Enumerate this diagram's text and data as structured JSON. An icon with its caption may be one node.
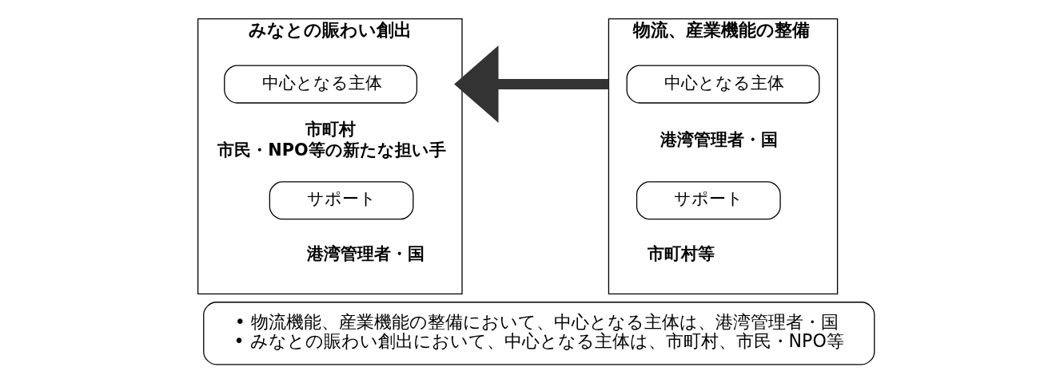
{
  "diagram": {
    "nodes": [
      {
        "text": [
          "みなとの賑わい創出"
        ]
      },
      {
        "text": [
          "中心となる主体"
        ],
        "in": 0,
        "beside": [
          "市町村",
          "市民・NPO等の新たな担い手"
        ]
      },
      {
        "text": [
          "サポート"
        ],
        "in": 0,
        "beside": [
          "港湾管理者・国"
        ]
      },
      {
        "text": [
          "物流、産業機能の整備"
        ]
      },
      {
        "text": [
          "中心となる主体"
        ],
        "in": 3,
        "beside": [
          "港湾管理者・国"
        ]
      },
      {
        "text": [
          "サポート"
        ],
        "in": 3,
        "beside": [
          "市町村等"
        ]
      },
      {
        "text": [
          "• 物流機能、産業機能の整備において、中心となる主体は、港湾管理者・国",
          "• みなとの賑わい創出において、中心となる主体は、市町村、市民・NPO等"
        ]
      }
    ],
    "edges": [
      {
        "from": 3,
        "to": 0,
        "arrow": "to"
      }
    ]
  }
}
